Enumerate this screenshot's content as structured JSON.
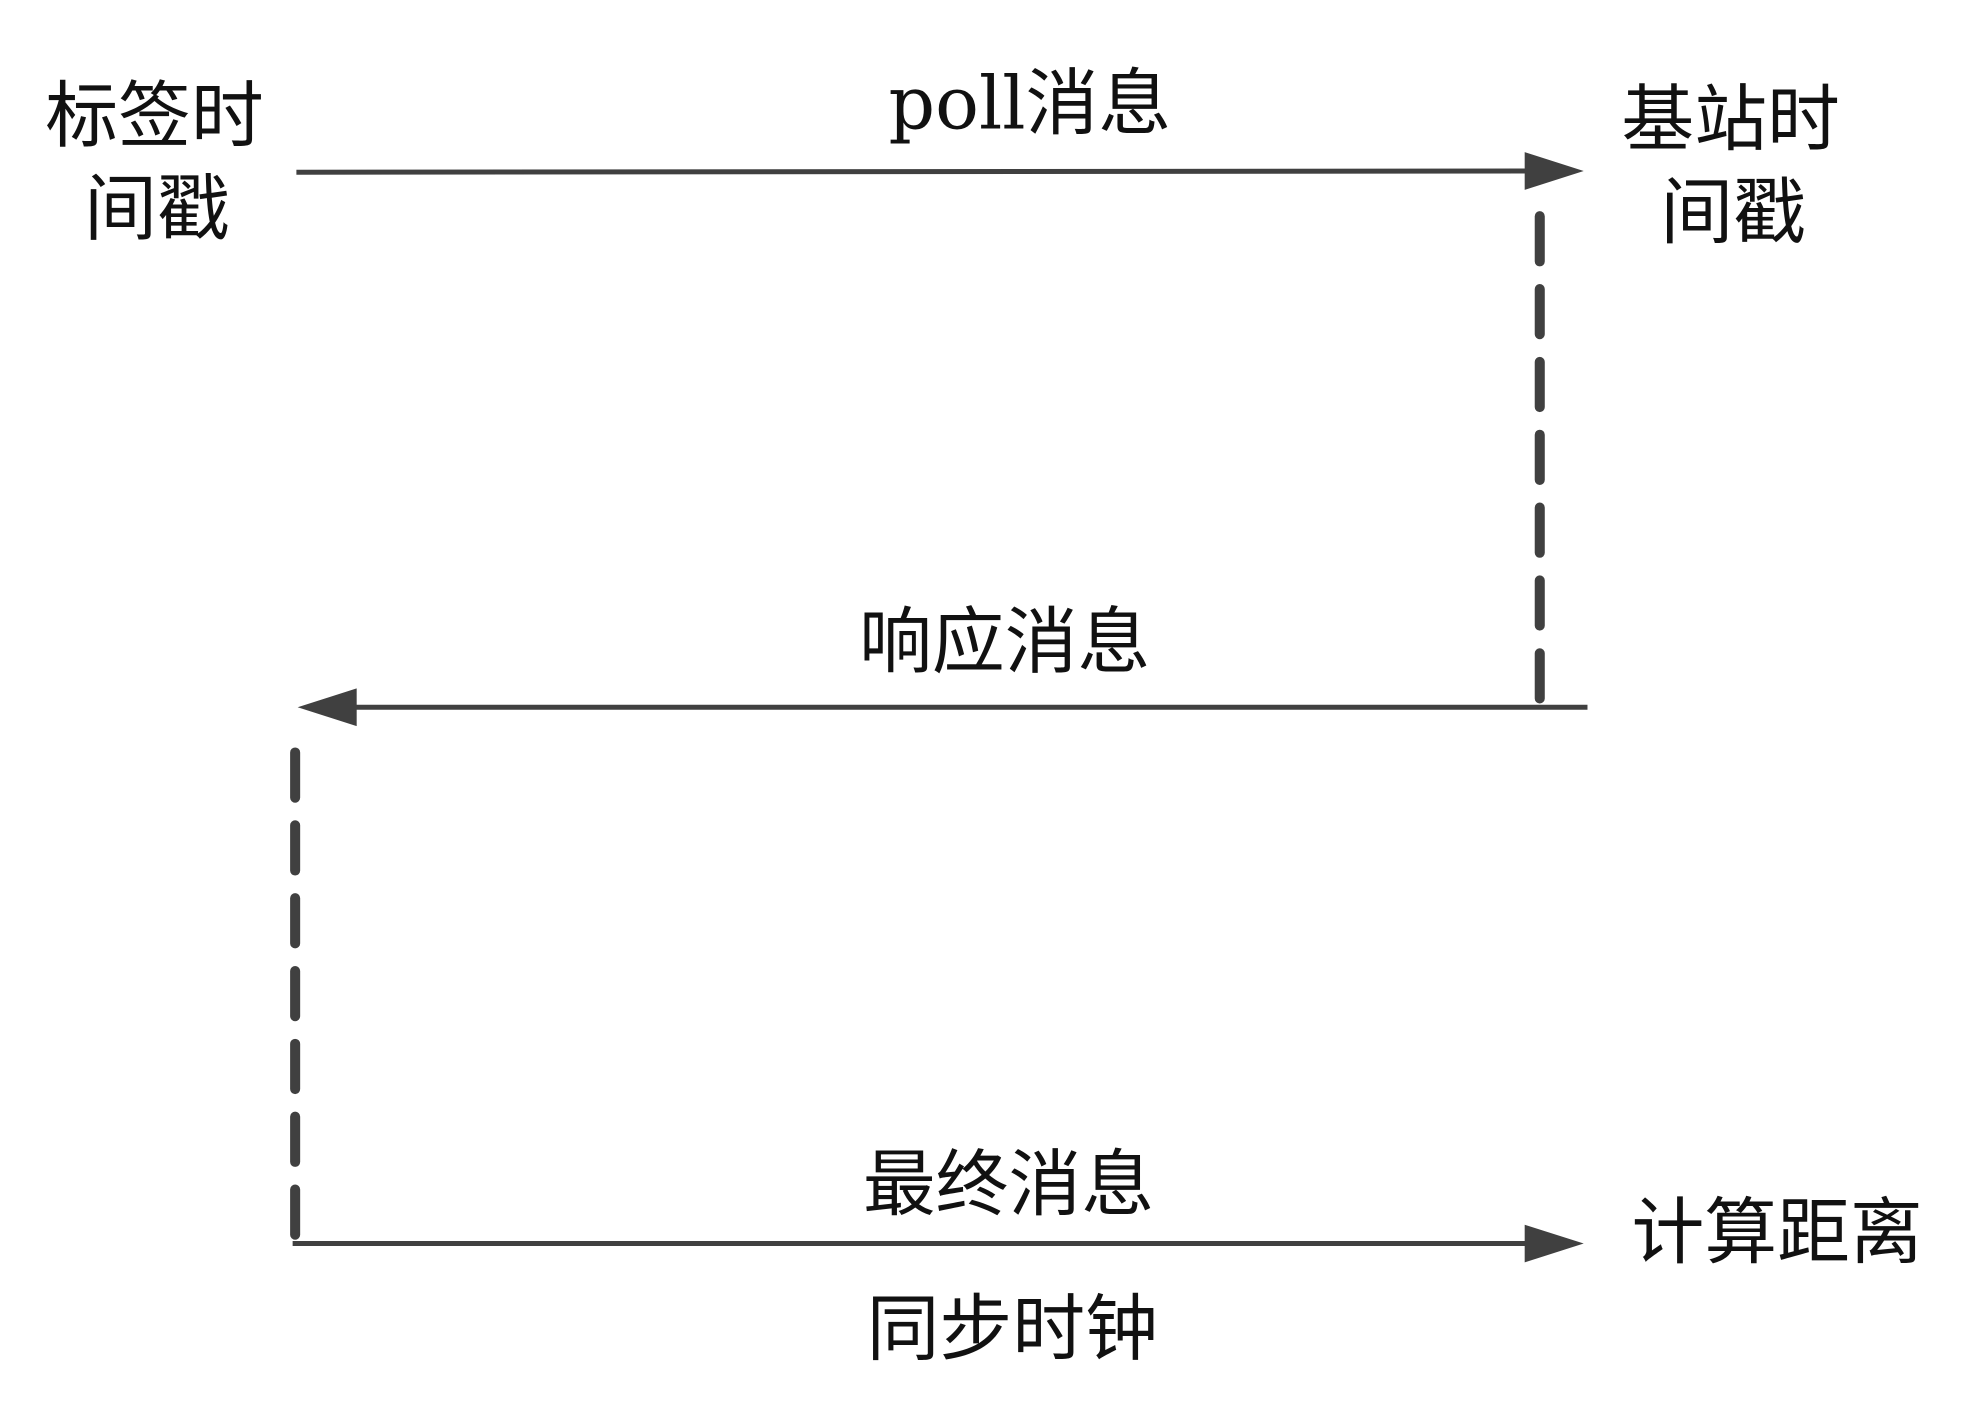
{
  "labels": {
    "tag_timestamp_line1": "标签时",
    "tag_timestamp_line2": "间戳",
    "anchor_timestamp_line1": "基站时",
    "anchor_timestamp_line2": "间戳",
    "poll_message": "poll消息",
    "response_message": "响应消息",
    "final_message": "最终消息",
    "compute_distance": "计算距离",
    "sync_clock": "同步时钟"
  },
  "colors": {
    "line": "#404040",
    "text": "#111111"
  }
}
